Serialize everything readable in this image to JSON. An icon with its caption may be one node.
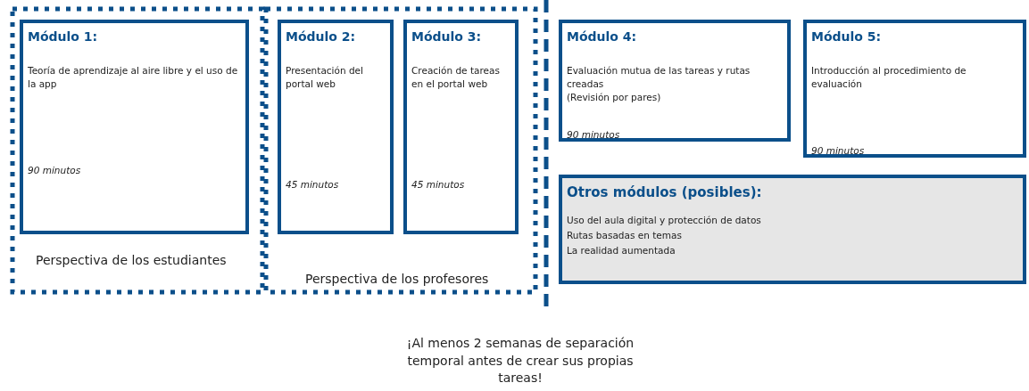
{
  "diagram": {
    "nodes": [
      {
        "text": [
          "Perspectiva de los estudiantes"
        ]
      },
      {
        "text": [
          "Módulo 1:",
          "Teoría de aprendizaje al aire libre y el uso de la app",
          "90 minutos"
        ],
        "in": 0
      },
      {
        "text": [
          "Perspectiva de los profesores"
        ]
      },
      {
        "text": [
          "Módulo 2:",
          "Presentación del portal web",
          "45 minutos"
        ],
        "in": 2
      },
      {
        "text": [
          "Módulo 3:",
          "Creación de tareas en el portal web",
          "45 minutos"
        ],
        "in": 2
      },
      {
        "text": [
          "Módulo 4:",
          "Evaluación mutua de las tareas y rutas creadas",
          "(Revisión por pares)",
          "90 minutos"
        ]
      },
      {
        "text": [
          "Módulo 5:",
          "Introducción al procedimiento de evaluación",
          "90 minutos"
        ]
      },
      {
        "text": [
          "Otros módulos (posibles):",
          "Uso del aula digital y protección de datos",
          "Rutas basadas en temas",
          "La realidad aumentada"
        ]
      }
    ],
    "labels": [
      "¡Al menos 2 semanas de separación temporal antes de crear sus propias tareas!"
    ]
  }
}
